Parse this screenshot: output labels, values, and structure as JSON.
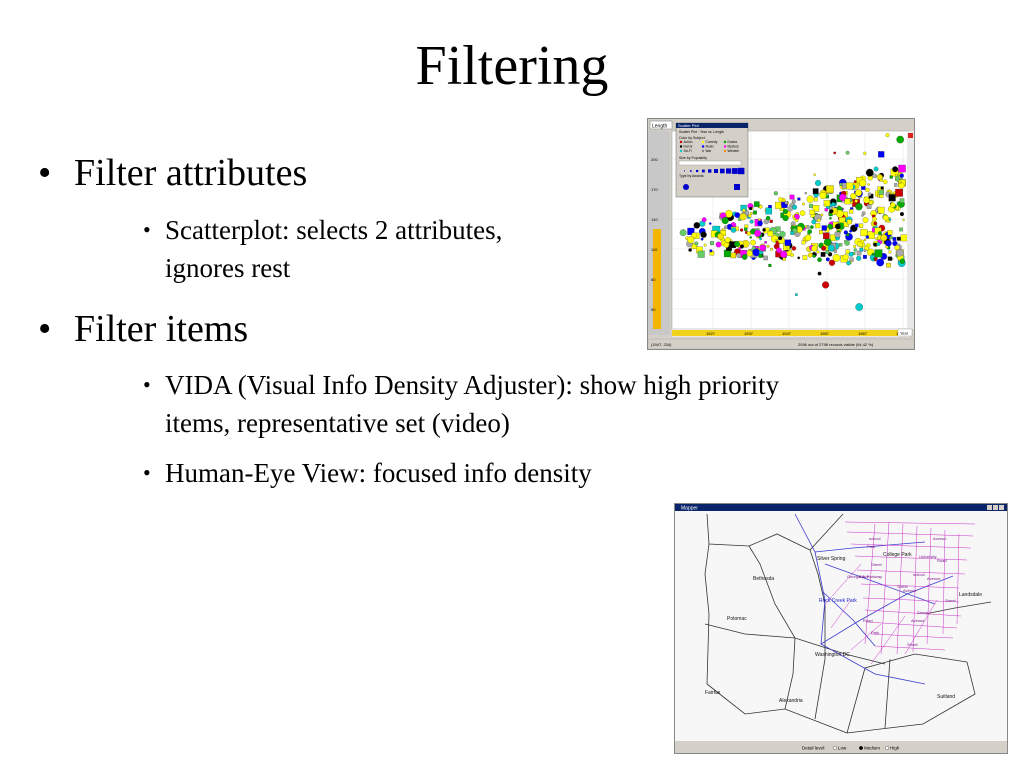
{
  "slide": {
    "title": "Filtering",
    "bullets": [
      {
        "text": "Filter attributes",
        "sub": [
          {
            "line1": "Scatterplot:  selects 2 attributes,",
            "line2": "ignores rest"
          }
        ]
      },
      {
        "text": "Filter items",
        "sub": [
          {
            "line1": "VIDA (Visual Info Density Adjuster):  show high priority",
            "line2": "items, representative set  (video)"
          },
          {
            "line1": "Human-Eye View:  focused info density",
            "line2": ""
          }
        ]
      }
    ]
  },
  "scatter_image": {
    "menu_label": "Length",
    "panel_title": "Scatter Plot",
    "panel_line": "Scatter Plot : Year vs. Length",
    "color_by": "Color by Subject",
    "size_by": "Size by Popularity",
    "type_by": "Type by Awards",
    "legend": [
      "Action",
      "Comedy",
      "Drama",
      "Horror",
      "Music",
      "Mystery",
      "Sci-Fi",
      "War",
      "Western"
    ],
    "y_ticks": [
      "200",
      "170",
      "140",
      "110",
      "80",
      "50"
    ],
    "x_ticks": [
      "1927",
      "1937",
      "1947",
      "1957",
      "1967",
      "1987"
    ],
    "status_left": "(1947, 234)",
    "status_right": "2096 out of 2798 records visible (94.42 %)",
    "x_dropdown": "Year"
  },
  "map_image": {
    "title_bar": "Mapper",
    "places": [
      "Bethesda",
      "Silver Spring",
      "College Park",
      "Potomac",
      "Rock Creek Park",
      "Washington DC",
      "Landsdale",
      "Fairfax",
      "Alexandria",
      "Suitland"
    ],
    "streets": [
      "school",
      "Avenue",
      "Park",
      "University",
      "Street",
      "Road",
      "Georgia Ave",
      "BW-Parkway",
      "school",
      "Avenue",
      "Street",
      "Avenue",
      "Street",
      "Park",
      "Road",
      "Street",
      "Avenue",
      "Street"
    ],
    "detail_label": "Detail level:",
    "detail_options": [
      "Low",
      "Medium",
      "High"
    ]
  }
}
